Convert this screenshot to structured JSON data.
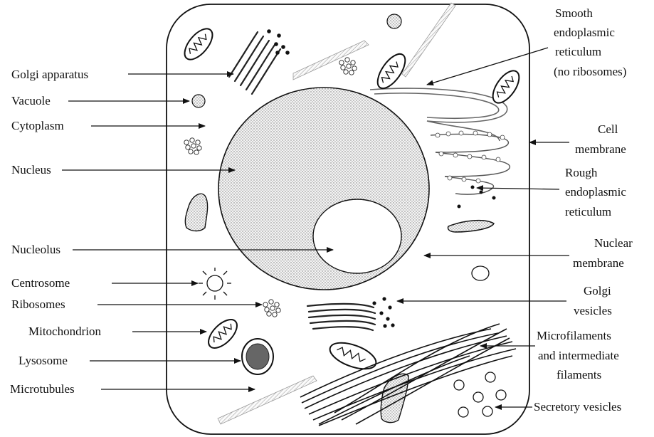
{
  "labels": {
    "golgi_apparatus": "Golgi apparatus",
    "vacuole": "Vacuole",
    "cytoplasm": "Cytoplasm",
    "nucleus": "Nucleus",
    "nucleolus": "Nucleolus",
    "centrosome": "Centrosome",
    "ribosomes": "Ribosomes",
    "mitochondrion": "Mitochondrion",
    "lysosome": "Lysosome",
    "microtubules": "Microtubules",
    "smooth_er": [
      "Smooth",
      "endoplasmic",
      "reticulum",
      "(no ribosomes)"
    ],
    "cell_membrane": [
      "Cell",
      "membrane"
    ],
    "rough_er": [
      "Rough",
      "endoplasmic",
      "reticulum"
    ],
    "nuclear_membrane": [
      "Nuclear",
      "membrane"
    ],
    "golgi_vesicles": [
      "Golgi",
      "vesicles"
    ],
    "microfilaments": [
      "Microfilaments",
      "and intermediate",
      "filaments"
    ],
    "secretory_vesicles": "Secretory vesicles"
  }
}
